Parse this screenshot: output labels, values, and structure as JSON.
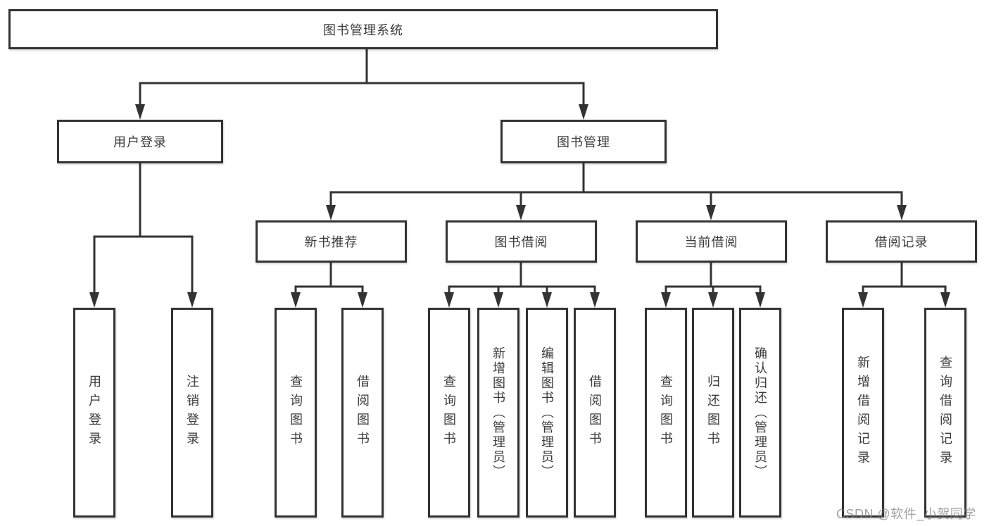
{
  "diagram": {
    "root": "图书管理系统",
    "level2": {
      "user_login": "用户登录",
      "book_management": "图书管理"
    },
    "level3": {
      "new_book_recommend": "新书推荐",
      "book_borrow": "图书借阅",
      "current_borrow": "当前借阅",
      "borrow_records": "借阅记录"
    },
    "leaves": {
      "user_login": [
        "用户登录",
        "注销登录"
      ],
      "recommend": [
        "查询图书",
        "借阅图书"
      ],
      "borrow": [
        "查询图书",
        "新增图书（管理员）",
        "编辑图书（管理员）",
        "借阅图书"
      ],
      "current": [
        "查询图书",
        "归还图书",
        "确认归还（管理员）"
      ],
      "records": [
        "新增借阅记录",
        "查询借阅记录"
      ]
    }
  },
  "watermark": {
    "text": "CSDN @软件_小贺同学"
  },
  "colors": {
    "line": "#333333",
    "box_border": "#333333",
    "text": "#3b3b3b",
    "background": "#ffffff",
    "watermark": "#7d7d7d"
  }
}
